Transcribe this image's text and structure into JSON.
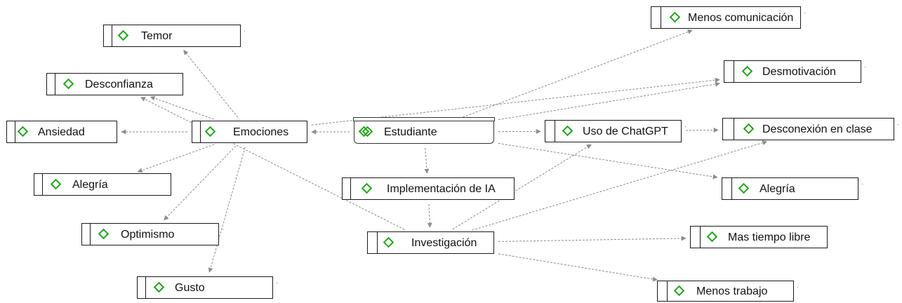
{
  "colors": {
    "icon": "#22a31c",
    "border": "#1a1a1a",
    "edge": "#8c8c8c"
  },
  "icon_name": "code-diamond-icon",
  "nodes": {
    "temor": "Temor",
    "desconfianza": "Desconfianza",
    "ansiedad": "Ansiedad",
    "emociones": "Emociones",
    "alegria_left": "Alegría",
    "optimismo": "Optimismo",
    "gusto": "Gusto",
    "estudiante": "Estudiante",
    "implementacion": "Implementación de IA",
    "investigacion": "Investigación",
    "menos_comunicacion": "Menos comunicación",
    "desmotivacion": "Desmotivación",
    "uso_chatgpt": "Uso de ChatGPT",
    "desconexion": "Desconexión en clase",
    "alegria_right": "Alegría",
    "mas_tiempo": "Mas tiempo libre",
    "menos_trabajo": "Menos trabajo"
  },
  "edges": [
    [
      "estudiante",
      "emociones"
    ],
    [
      "estudiante",
      "uso_chatgpt"
    ],
    [
      "estudiante",
      "implementacion"
    ],
    [
      "estudiante",
      "menos_comunicacion"
    ],
    [
      "estudiante",
      "desmotivacion"
    ],
    [
      "estudiante",
      "alegria_right"
    ],
    [
      "emociones",
      "temor"
    ],
    [
      "emociones",
      "desconfianza"
    ],
    [
      "emociones",
      "ansiedad"
    ],
    [
      "emociones",
      "alegria_left"
    ],
    [
      "emociones",
      "optimismo"
    ],
    [
      "emociones",
      "gusto"
    ],
    [
      "emociones",
      "desmotivacion"
    ],
    [
      "implementacion",
      "investigacion"
    ],
    [
      "investigacion",
      "desconfianza"
    ],
    [
      "investigacion",
      "uso_chatgpt"
    ],
    [
      "investigacion",
      "desconexion"
    ],
    [
      "investigacion",
      "mas_tiempo"
    ],
    [
      "investigacion",
      "menos_trabajo"
    ],
    [
      "uso_chatgpt",
      "desconexion"
    ]
  ]
}
